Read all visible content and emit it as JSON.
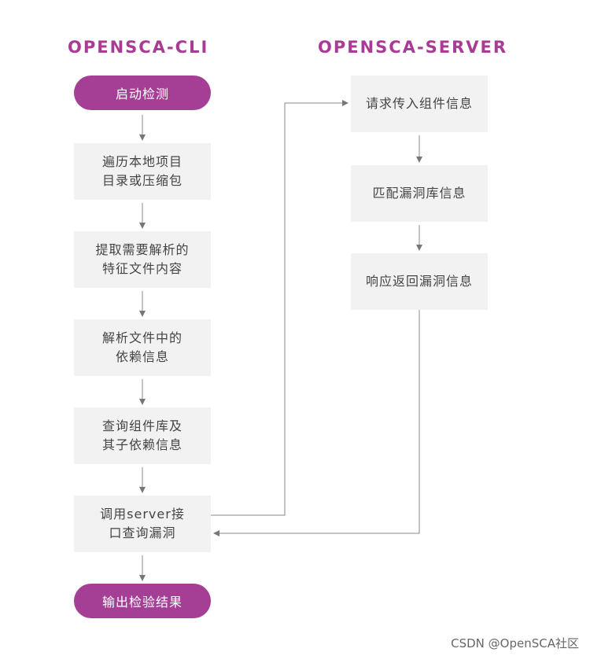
{
  "titles": {
    "cli": "OPENSCA-CLI",
    "server": "OPENSCA-SERVER"
  },
  "cli_steps": {
    "start": "启动检测",
    "traverse": [
      "遍历本地项目",
      "目录或压缩包"
    ],
    "extract": [
      "提取需要解析的",
      "特征文件内容"
    ],
    "parse": [
      "解析文件中的",
      "依赖信息"
    ],
    "query": [
      "查询组件库及",
      "其子依赖信息"
    ],
    "call": [
      "调用server接",
      "口查询漏洞"
    ],
    "end": "输出检验结果"
  },
  "server_steps": {
    "receive": "请求传入组件信息",
    "match": "匹配漏洞库信息",
    "respond": "响应返回漏洞信息"
  },
  "watermark": "CSDN @OpenSCA社区",
  "colors": {
    "accent": "#a53f96",
    "box": "#f2f2f2",
    "line": "#888888"
  }
}
